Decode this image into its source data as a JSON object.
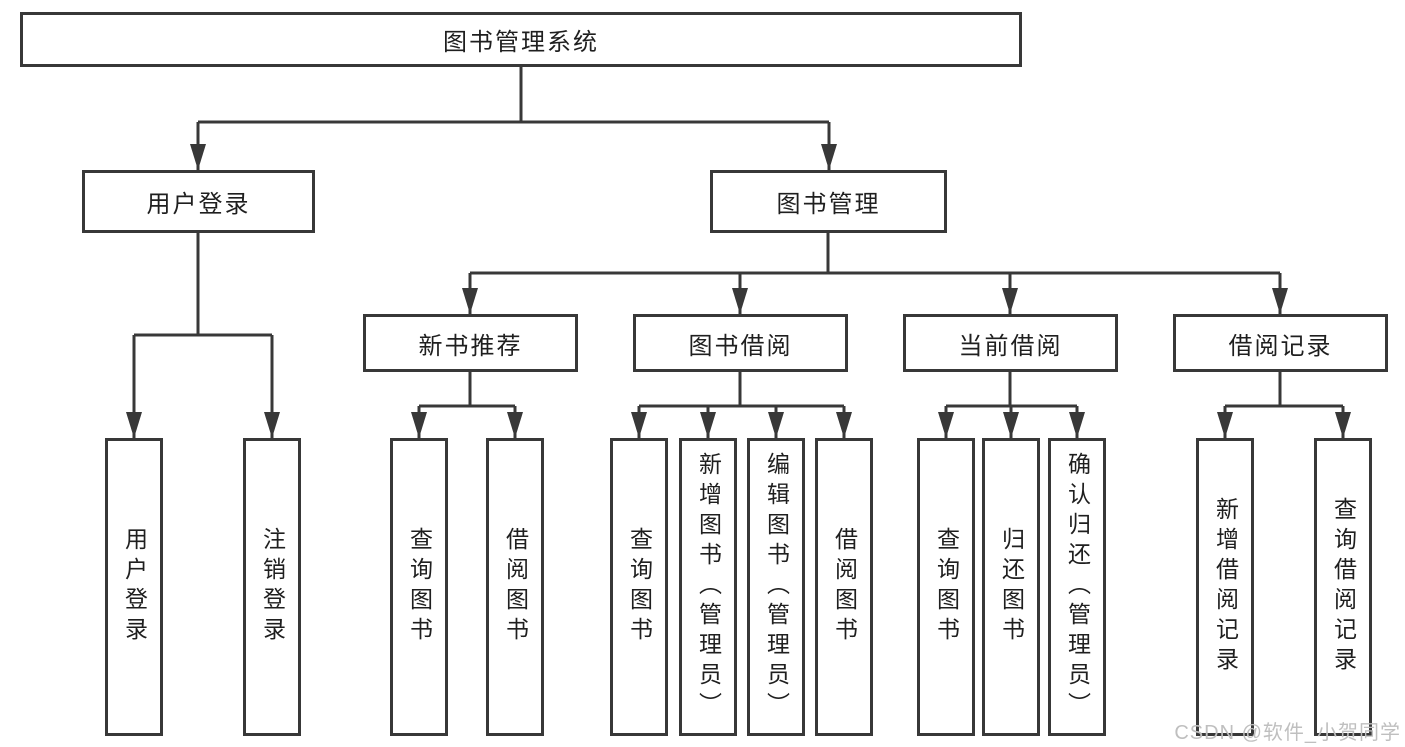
{
  "diagram": {
    "title": "图书管理系统",
    "level2": {
      "user_login": "用户登录",
      "book_management": "图书管理"
    },
    "level3": {
      "new_book_recommend": "新书推荐",
      "book_borrow": "图书借阅",
      "current_borrow": "当前借阅",
      "borrow_records": "借阅记录"
    },
    "leaves": {
      "user_login_login": "用户登录",
      "user_login_logout": "注销登录",
      "recommend_query_book": "查询图书",
      "recommend_borrow_book": "借阅图书",
      "borrow_query_book": "查询图书",
      "borrow_add_book": "新增图书（管理员）",
      "borrow_edit_book": "编辑图书（管理员）",
      "borrow_borrow_book": "借阅图书",
      "current_query_book": "查询图书",
      "current_return_book": "归还图书",
      "current_confirm_return": "确认归还（管理员）",
      "records_add_record": "新增借阅记录",
      "records_query_record": "查询借阅记录"
    }
  },
  "watermark": "CSDN @软件_小贺同学",
  "colors": {
    "line": "#383838",
    "box_border": "#383838",
    "text": "#1f1f1f",
    "watermark": "#bfbfbf",
    "background": "#ffffff"
  }
}
